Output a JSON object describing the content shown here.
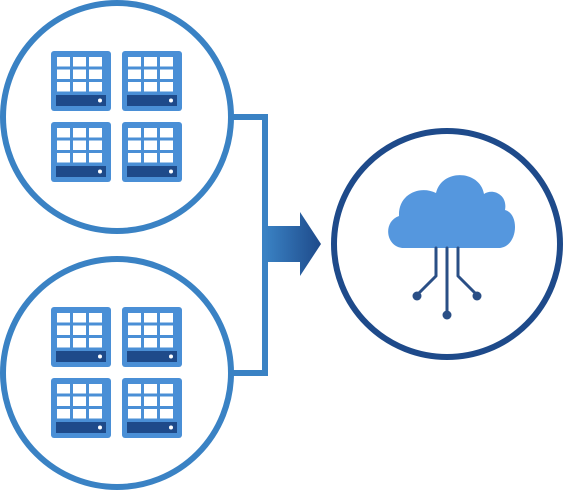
{
  "diagram": {
    "type": "servers-to-cloud-migration",
    "colors": {
      "circle_outline_left": "#3A82C4",
      "circle_outline_right": "#1E4A8A",
      "server_body": "#4A8FD6",
      "server_window": "#FFFFFF",
      "server_drive": "#1E4A8A",
      "connector_line": "#3A82C4",
      "arrow_start": "#3A82C4",
      "arrow_end": "#1E4A8A",
      "cloud": "#5597DE",
      "circuit": "#2A4F86"
    },
    "groups": [
      {
        "name": "server-group-top",
        "server_count": 4
      },
      {
        "name": "server-group-bottom",
        "server_count": 4
      }
    ],
    "target": {
      "name": "cloud",
      "icon": "cloud-circuit-icon"
    }
  }
}
